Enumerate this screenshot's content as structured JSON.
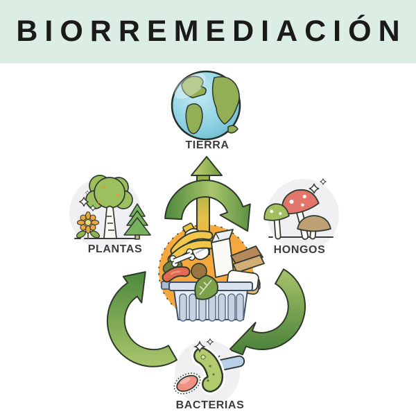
{
  "header": {
    "title": "BIORREMEDIACIÓN"
  },
  "nodes": {
    "tierra": {
      "label": "TIERRA"
    },
    "plantas": {
      "label": "PLANTAS"
    },
    "hongos": {
      "label": "HONGOS"
    },
    "bacterias": {
      "label": "BACTERIAS"
    }
  },
  "icons": {
    "tierra": "earth-globe-icon",
    "plantas": "trees-and-flower-icon",
    "hongos": "mushrooms-icon",
    "bacterias": "bacteria-microbes-icon",
    "centro": "waste-bin-garbage-icon",
    "ciclo": "recycling-cycle-arrows",
    "salida": "upward-arrow-to-earth"
  },
  "colors": {
    "banner_background": "#dceee3",
    "title_text": "#1a1a1a",
    "label_text": "#3b3b3b",
    "icon_circle_background": "#f0eff2",
    "arrow_green_dark": "#4e893d",
    "arrow_green_light": "#a9c56b",
    "center_circle_orange": "#f5a83d",
    "earth_ocean_blue": "#8ed2e3",
    "earth_land_green": "#92af55",
    "outline": "#2e3a2a"
  }
}
